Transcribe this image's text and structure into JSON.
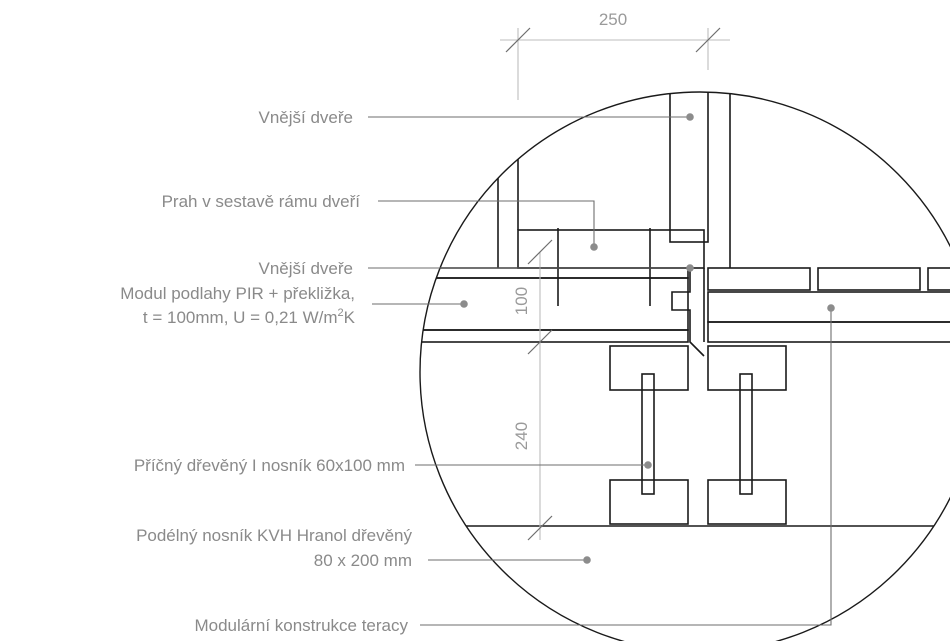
{
  "dimensions": {
    "width_top": "250",
    "height_floor": "100",
    "height_beam": "240"
  },
  "labels": {
    "outer_door_1": "Vnější  dveře",
    "threshold": "Prah v sestavě  rámu dveří",
    "outer_door_2": "Vnější  dveře",
    "floor_module_line1": "Modul podlahy PIR + překližka,",
    "floor_module_line2_pre": "t = 100mm, U = 0,21 W/m",
    "floor_module_line2_sup": "2",
    "floor_module_line2_post": "K",
    "cross_beam": "Příčný dřevěný I nosník 60x100 mm",
    "long_beam_line1": "Podélný nosník KVH Hranol dřevěný",
    "long_beam_line2": "80 x 200 mm",
    "terrace": "Modulární konstrukce teracy"
  },
  "colors": {
    "text": "#8a8a8a",
    "line": "#1a1a1a",
    "leader": "#6e6e6e",
    "dimension": "#bdbdbd"
  }
}
